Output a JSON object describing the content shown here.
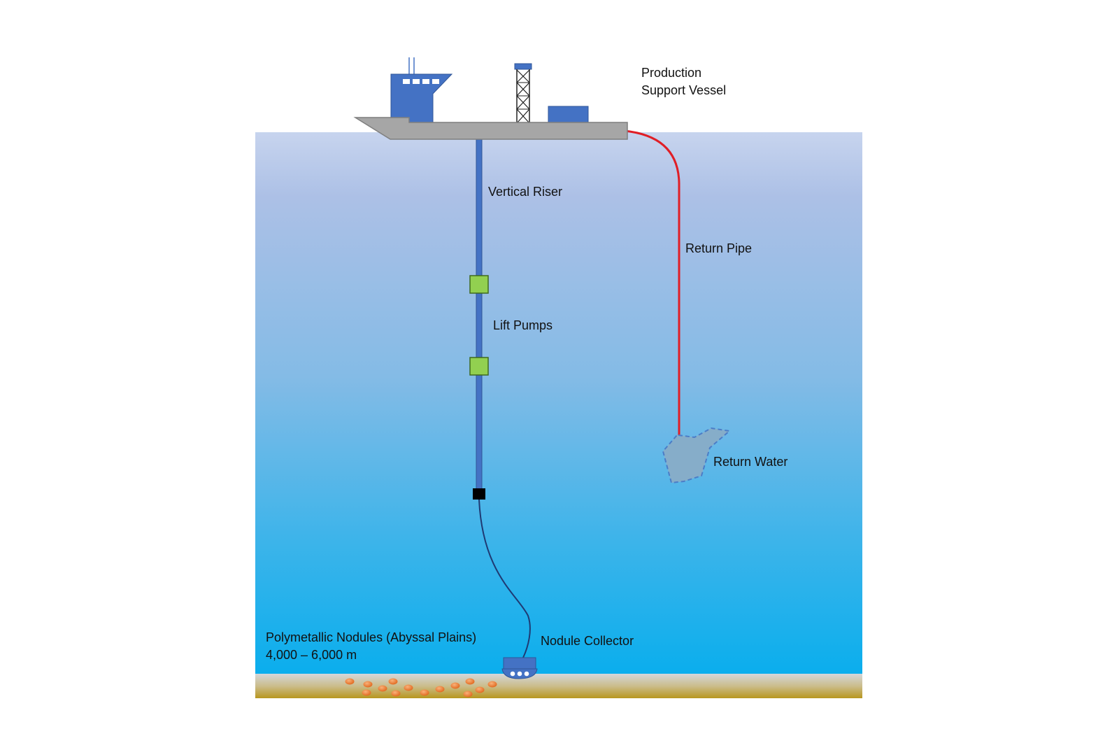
{
  "diagram": {
    "labels": {
      "vessel_line1": "Production",
      "vessel_line2": "Support Vessel",
      "vertical_riser": "Vertical Riser",
      "return_pipe": "Return Pipe",
      "lift_pumps": "Lift Pumps",
      "return_water": "Return Water",
      "nodules_line1": "Polymetallic Nodules (Abyssal Plains)",
      "nodules_line2": "4,000 – 6,000 m",
      "nodule_collector": "Nodule Collector"
    },
    "colors": {
      "water_top": "#c7d4ee",
      "water_mid": "#7fb8e6",
      "water_bottom": "#0aaeed",
      "seabed_top": "#d4d7db",
      "seabed_bottom": "#b8961e",
      "hull": "#a6a6a6",
      "structure_blue": "#4472c4",
      "return_pipe": "#e01e26",
      "pump_green": "#92d050",
      "nodule_orange": "#f07f22",
      "return_water_fill": "#86adc9"
    }
  }
}
